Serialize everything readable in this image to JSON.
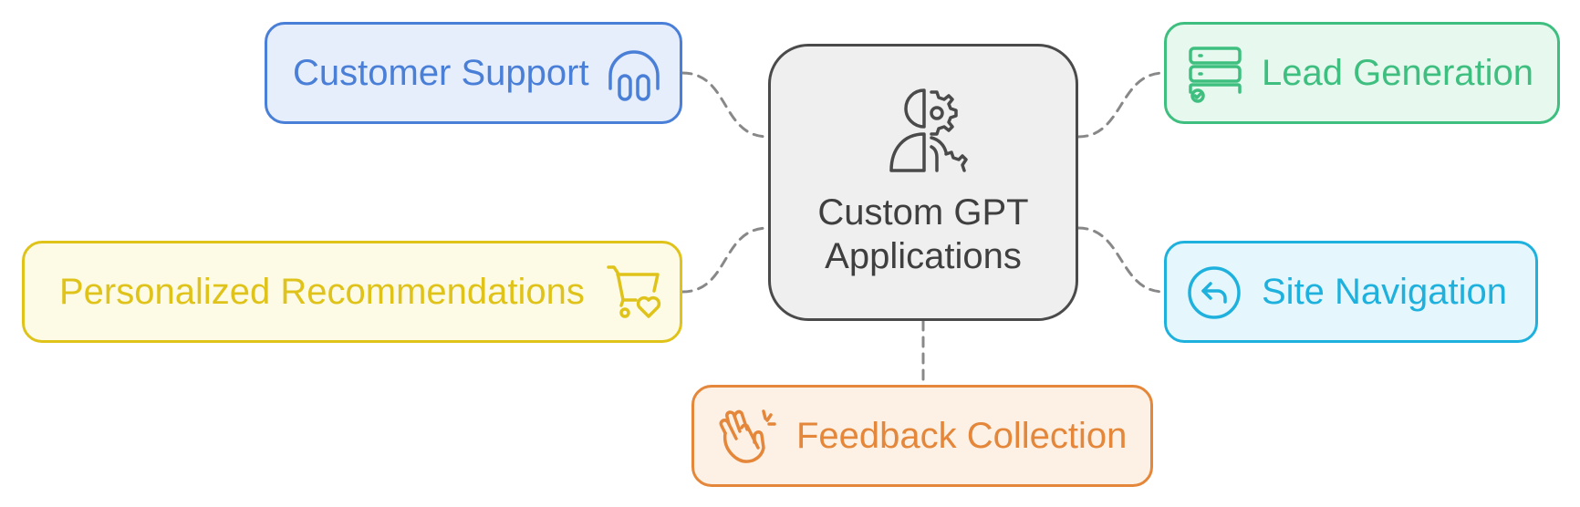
{
  "center": {
    "title_line1": "Custom GPT",
    "title_line2": "Applications",
    "icon": "person-gear-icon"
  },
  "nodes": [
    {
      "id": "customer-support",
      "label": "Customer Support",
      "icon": "headset-icon",
      "color": "#4a7fd8",
      "fill": "#e6eefc"
    },
    {
      "id": "lead-generation",
      "label": "Lead Generation",
      "icon": "server-list-icon",
      "color": "#3fbf7f",
      "fill": "#e7f8ef"
    },
    {
      "id": "personalized-recommendations",
      "label": "Personalized Recommendations",
      "icon": "cart-heart-icon",
      "color": "#e0c31a",
      "fill": "#fdfbe6"
    },
    {
      "id": "site-navigation",
      "label": "Site Navigation",
      "icon": "back-arrow-circle-icon",
      "color": "#1fb1dd",
      "fill": "#e5f7fc"
    },
    {
      "id": "feedback-collection",
      "label": "Feedback Collection",
      "icon": "clapping-hands-icon",
      "color": "#e4873a",
      "fill": "#fdf0e4"
    }
  ],
  "colors": {
    "connector": "#888888",
    "center_border": "#4a4a4a",
    "center_fill": "#efefef",
    "center_text": "#3f3f3f"
  }
}
